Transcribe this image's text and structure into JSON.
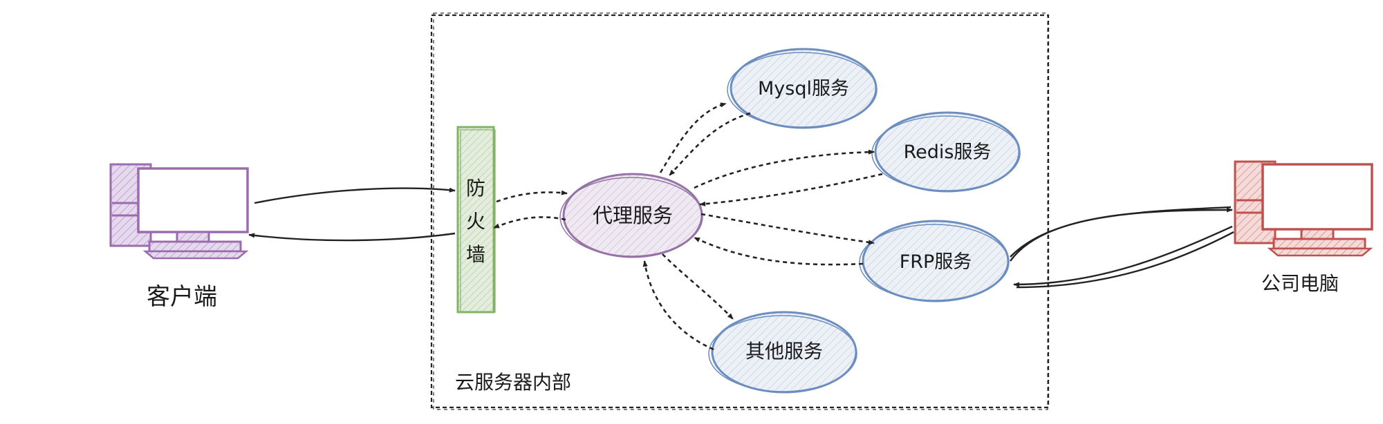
{
  "labels": {
    "client": "客户端",
    "company_pc": "公司电脑",
    "server_area": "云服务器内部",
    "firewall": [
      "防",
      "火",
      "墙"
    ],
    "proxy": "代理服务",
    "mysql": "Mysql服务",
    "redis": "Redis服务",
    "frp": "FRP服务",
    "other": "其他服务"
  },
  "colors": {
    "client": "#9b6bb0",
    "company_pc": "#c0504d",
    "firewall": "#82b366",
    "proxy": "#9673a6",
    "service": "#6c8ebf",
    "arrow": "#222222",
    "border": "#222222"
  },
  "icons": {
    "client": "desktop-computer-icon",
    "company_pc": "desktop-computer-icon"
  }
}
